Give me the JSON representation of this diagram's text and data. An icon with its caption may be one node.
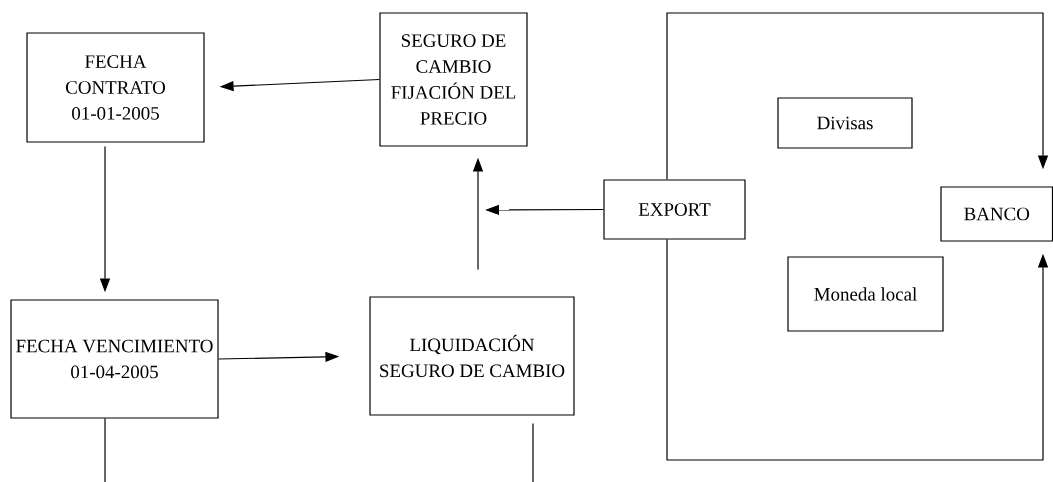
{
  "diagram": {
    "nodes": [
      {
        "text": [
          "FECHA CONTRATO 01-01-2005"
        ]
      },
      {
        "text": [
          "SEGURO DE CAMBIO FIJACIÓN DEL PRECIO"
        ]
      },
      {
        "text": [
          "FECHA VENCIMIENTO 01-04-2005"
        ]
      },
      {
        "text": [
          "LIQUIDACIÓN SEGURO DE CAMBIO"
        ]
      },
      {
        "text": [
          "EXPORT"
        ]
      },
      {
        "text": [
          "Divisas"
        ]
      },
      {
        "text": [
          "Moneda local"
        ]
      },
      {
        "text": [
          "BANCO"
        ]
      }
    ],
    "edges": [
      {
        "from": 1,
        "to": 0,
        "arrow": "to"
      },
      {
        "from": 0,
        "to": 2,
        "arrow": "to"
      },
      {
        "from": 2,
        "to": 3,
        "arrow": "to"
      },
      {
        "from": 3,
        "to": 1,
        "arrow": "to"
      },
      {
        "from": 4,
        "to": null,
        "arrow": "to"
      },
      {
        "from": 4,
        "to": 7,
        "arrow": "to"
      },
      {
        "from": 4,
        "to": 7,
        "arrow": "to"
      },
      {
        "from": 2,
        "to": null,
        "arrow": "none"
      },
      {
        "from": 3,
        "to": null,
        "arrow": "none"
      }
    ]
  }
}
